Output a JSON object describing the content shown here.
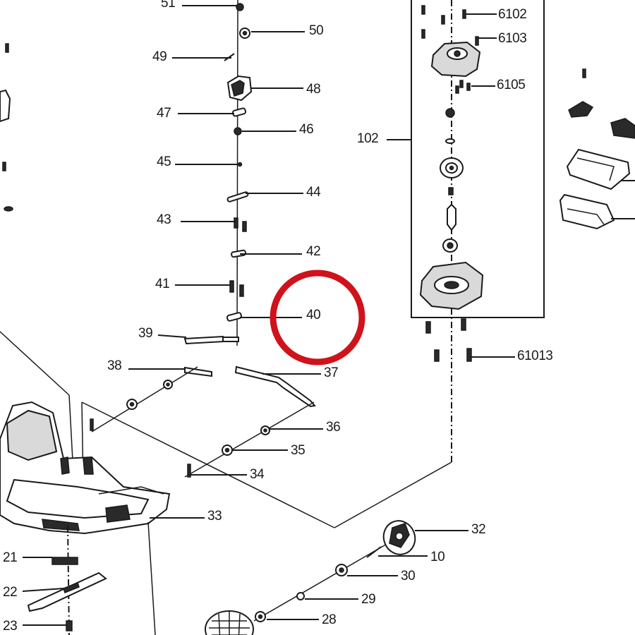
{
  "callouts": {
    "c51": "51",
    "c50": "50",
    "c49": "49",
    "c48": "48",
    "c47": "47",
    "c46": "46",
    "c45": "45",
    "c44": "44",
    "c43": "43",
    "c42": "42",
    "c41": "41",
    "c40": "40",
    "c39": "39",
    "c38": "38",
    "c37": "37",
    "c36": "36",
    "c35": "35",
    "c34": "34",
    "c33": "33",
    "c32": "32",
    "c10": "10",
    "c30": "30",
    "c29": "29",
    "c28": "28",
    "c21": "21",
    "c22": "22",
    "c23": "23",
    "c102": "102",
    "c6102": "6102",
    "c6103": "6103",
    "c6105": "6105",
    "c61013": "61013"
  },
  "highlight": {
    "target_callout": "40",
    "color": "#d0121b"
  }
}
